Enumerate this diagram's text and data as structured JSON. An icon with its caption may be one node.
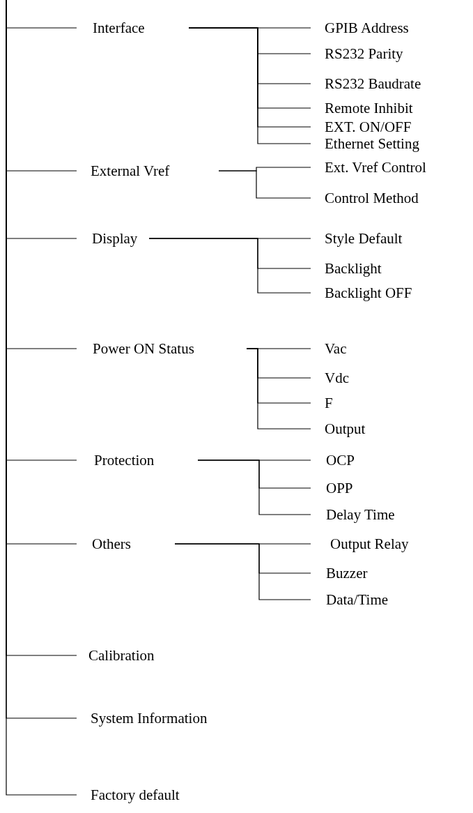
{
  "diagram": {
    "nodes": [
      {
        "text": [
          "Interface"
        ]
      },
      {
        "text": [
          "GPIB Address"
        ]
      },
      {
        "text": [
          "RS232 Parity"
        ]
      },
      {
        "text": [
          "RS232 Baudrate"
        ]
      },
      {
        "text": [
          "Remote Inhibit"
        ]
      },
      {
        "text": [
          "EXT. ON/OFF"
        ]
      },
      {
        "text": [
          "Ethernet Setting"
        ]
      },
      {
        "text": [
          "External Vref"
        ]
      },
      {
        "text": [
          "Ext. Vref Control"
        ]
      },
      {
        "text": [
          "Control Method"
        ]
      },
      {
        "text": [
          "Display"
        ]
      },
      {
        "text": [
          "Style Default"
        ]
      },
      {
        "text": [
          "Backlight"
        ]
      },
      {
        "text": [
          "Backlight OFF"
        ]
      },
      {
        "text": [
          "Power ON Status"
        ]
      },
      {
        "text": [
          "Vac"
        ]
      },
      {
        "text": [
          "Vdc"
        ]
      },
      {
        "text": [
          "F"
        ]
      },
      {
        "text": [
          "Output"
        ]
      },
      {
        "text": [
          "Protection"
        ]
      },
      {
        "text": [
          "OCP"
        ]
      },
      {
        "text": [
          "OPP"
        ]
      },
      {
        "text": [
          "Delay Time"
        ]
      },
      {
        "text": [
          "Others"
        ]
      },
      {
        "text": [
          "Output Relay"
        ]
      },
      {
        "text": [
          "Buzzer"
        ]
      },
      {
        "text": [
          "Data/Time"
        ]
      },
      {
        "text": [
          "Calibration"
        ]
      },
      {
        "text": [
          "System Information"
        ]
      },
      {
        "text": [
          "Factory default"
        ]
      }
    ],
    "edges": [
      {
        "from": null,
        "to": 0,
        "arrow": "none"
      },
      {
        "from": 0,
        "to": 1,
        "arrow": "none"
      },
      {
        "from": 0,
        "to": 2,
        "arrow": "none"
      },
      {
        "from": 0,
        "to": 3,
        "arrow": "none"
      },
      {
        "from": 0,
        "to": 4,
        "arrow": "none"
      },
      {
        "from": 0,
        "to": 5,
        "arrow": "none"
      },
      {
        "from": 0,
        "to": 6,
        "arrow": "none"
      },
      {
        "from": null,
        "to": 7,
        "arrow": "none"
      },
      {
        "from": 7,
        "to": 8,
        "arrow": "none"
      },
      {
        "from": 7,
        "to": 9,
        "arrow": "none"
      },
      {
        "from": null,
        "to": 10,
        "arrow": "none"
      },
      {
        "from": 10,
        "to": 11,
        "arrow": "none"
      },
      {
        "from": 10,
        "to": 12,
        "arrow": "none"
      },
      {
        "from": 10,
        "to": 13,
        "arrow": "none"
      },
      {
        "from": null,
        "to": 14,
        "arrow": "none"
      },
      {
        "from": 14,
        "to": 15,
        "arrow": "none"
      },
      {
        "from": 14,
        "to": 16,
        "arrow": "none"
      },
      {
        "from": 14,
        "to": 17,
        "arrow": "none"
      },
      {
        "from": 14,
        "to": 18,
        "arrow": "none"
      },
      {
        "from": null,
        "to": 19,
        "arrow": "none"
      },
      {
        "from": 19,
        "to": 20,
        "arrow": "none"
      },
      {
        "from": 19,
        "to": 21,
        "arrow": "none"
      },
      {
        "from": 19,
        "to": 22,
        "arrow": "none"
      },
      {
        "from": null,
        "to": 23,
        "arrow": "none"
      },
      {
        "from": 23,
        "to": 24,
        "arrow": "none"
      },
      {
        "from": 23,
        "to": 25,
        "arrow": "none"
      },
      {
        "from": 23,
        "to": 26,
        "arrow": "none"
      },
      {
        "from": null,
        "to": 27,
        "arrow": "none"
      },
      {
        "from": null,
        "to": 28,
        "arrow": "none"
      },
      {
        "from": null,
        "to": 29,
        "arrow": "none"
      }
    ]
  }
}
